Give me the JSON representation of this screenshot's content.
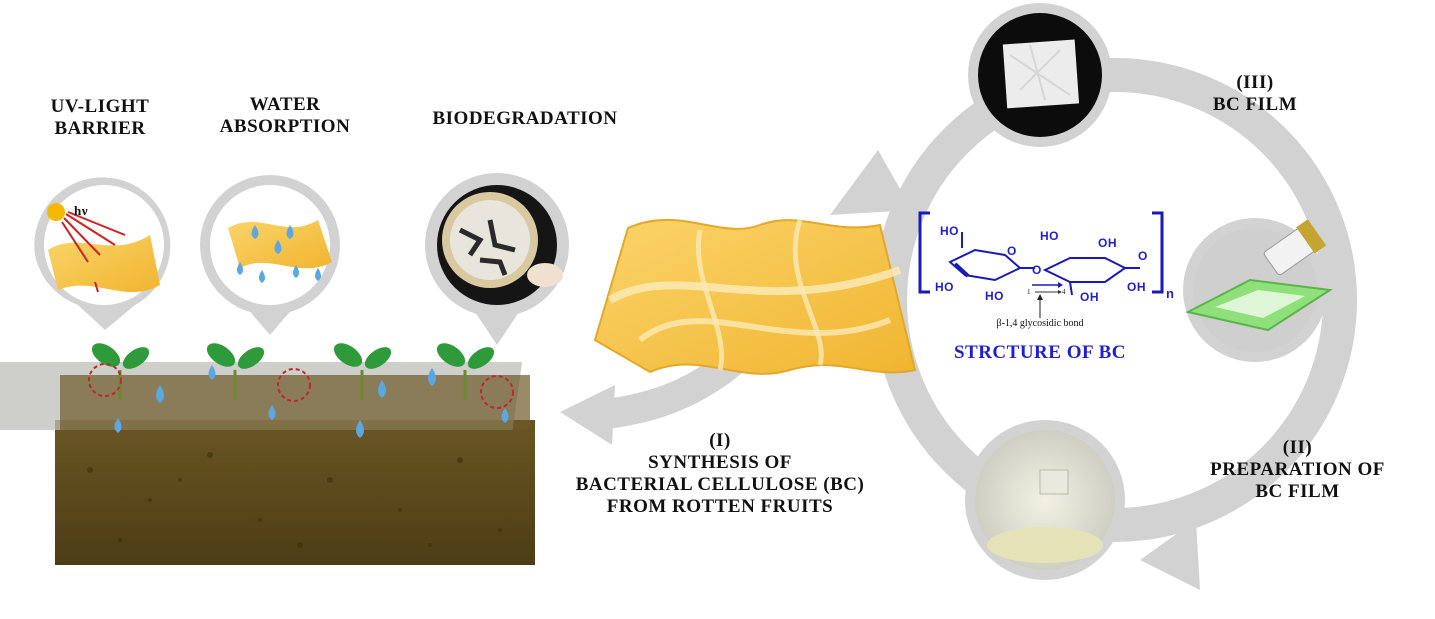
{
  "benefits": {
    "uv_line1": "UV-LIGHT",
    "uv_line2": "BARRIER",
    "water_line1": "WATER",
    "water_line2": "ABSORPTION",
    "biodeg": "BIODEGRADATION",
    "hv_symbol": "hν"
  },
  "steps": {
    "step1_num": "(I)",
    "step1_l1": "SYNTHESIS OF",
    "step1_l2": "BACTERIAL CELLULOSE (BC)",
    "step1_l3": "FROM ROTTEN FRUITS",
    "step2_num": "(II)",
    "step2_l1": "PREPARATION OF",
    "step2_l2": "BC FILM",
    "step3_num": "(III)",
    "step3_l1": "BC FILM"
  },
  "structure": {
    "title": "STRCTURE OF BC",
    "bond_label": "β-1,4 glycosidic bond",
    "repeat": "n",
    "bond_num1": "1",
    "bond_num4": "4",
    "atoms": {
      "ho": "HO",
      "oh": "OH",
      "o": "O"
    }
  },
  "colors": {
    "film": "#f5c547",
    "ring_gray": "#cfcfcf",
    "soil": "#5b4a1c",
    "leaf": "#2f9a3a",
    "chem_blue": "#1a1ab8"
  }
}
